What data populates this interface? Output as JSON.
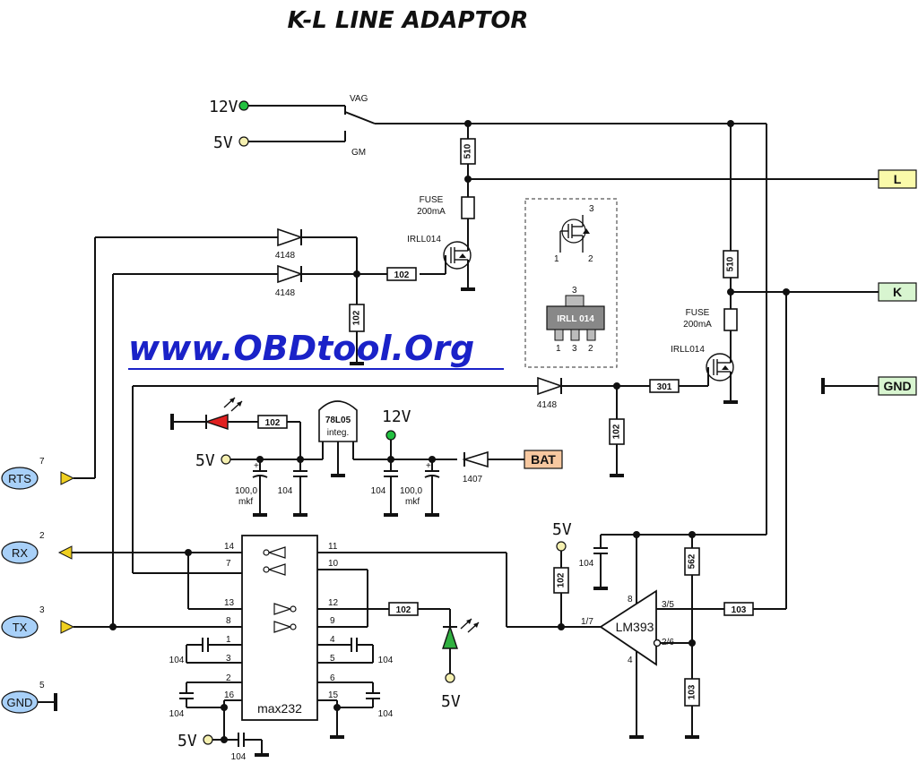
{
  "title": "K-L LINE ADAPTOR",
  "website": "www.OBDtool.Org",
  "supply": {
    "v12": "12V",
    "v5": "5V",
    "vag": "VAG",
    "gm": "GM"
  },
  "terminals": {
    "L": "L",
    "K": "K",
    "GND": "GND",
    "BAT": "BAT"
  },
  "ports": [
    {
      "label": "RTS",
      "pin": "7"
    },
    {
      "label": "RX",
      "pin": "2"
    },
    {
      "label": "TX",
      "pin": "3"
    },
    {
      "label": "GND",
      "pin": "5"
    }
  ],
  "components": {
    "r510": "510",
    "r102": "102",
    "r301": "301",
    "r562": "562",
    "r103": "103",
    "fuse": "FUSE",
    "fuse_rating": "200mA",
    "mosfet": "IRLL014",
    "mosfet_pkg": "IRLL 014",
    "diode4148": "4148",
    "diode1407": "1407",
    "reg": "78L05",
    "reg_sub": "integ.",
    "cap104": "104",
    "cap_elec": "100,0",
    "cap_elec_unit": "mkf",
    "max232": "max232",
    "lm393": "LM393"
  },
  "pinout": {
    "p1": "1",
    "p2": "2",
    "p3": "3"
  },
  "max_pins": [
    "14",
    "7",
    "13",
    "8",
    "1",
    "3",
    "2",
    "16",
    "11",
    "10",
    "12",
    "9",
    "4",
    "5",
    "6",
    "15"
  ],
  "lm_pins": {
    "p8": "8",
    "p17": "1/7",
    "p35": "3/5",
    "p26": "2/6",
    "p4": "4"
  },
  "colors": {
    "k_term": "#d8f5d0",
    "l_term": "#fafaaa",
    "bat_term": "#f7c8a0",
    "port": "#a8d0f8",
    "url": "#1a22c8"
  }
}
